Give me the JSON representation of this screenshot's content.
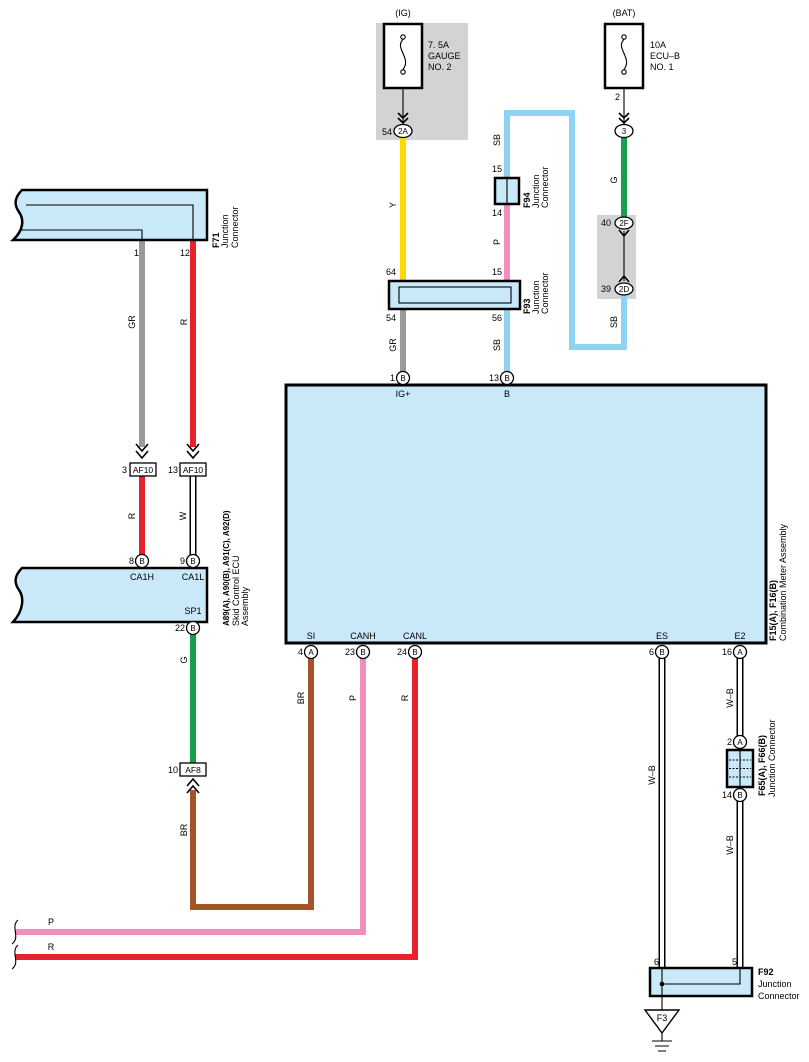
{
  "fuse_ig": {
    "source": "(IG)",
    "rating": "7. 5A",
    "name_line1": "GAUGE",
    "name_line2": "NO. 2",
    "pin": "54",
    "connector": "2A"
  },
  "fuse_bat": {
    "source": "(BAT)",
    "rating": "10A",
    "name_line1": "ECU–B",
    "name_line2": "NO. 1",
    "pin": "2",
    "connector": "3"
  },
  "inline_top": {
    "pin": "40",
    "connector": "2F"
  },
  "inline_bottom": {
    "pin": "39",
    "connector": "2D"
  },
  "f94": {
    "code": "F94",
    "type_line1": "Junction",
    "type_line2": "Connector",
    "pin_top": "15",
    "pin_bottom": "14"
  },
  "f93": {
    "code": "F93",
    "type_line1": "Junction",
    "type_line2": "Connector",
    "pin_top_left": "64",
    "pin_top_right": "15",
    "pin_bottom_left": "54",
    "pin_bottom_right": "56"
  },
  "f71": {
    "code": "F71",
    "type_line1": "Junction",
    "type_line2": "Connector",
    "pin_left": "1",
    "pin_right": "12"
  },
  "af10": {
    "connector": "AF10",
    "pin_left": "3",
    "pin_right": "13"
  },
  "skid_ecu": {
    "codes": "A89(A), A90(B), A91(C), A92(D)",
    "name_line1": "Skid Control ECU",
    "name_line2": "Assembly",
    "terminals": [
      {
        "pin": "8",
        "connector": "B",
        "name": "CA1H"
      },
      {
        "pin": "9",
        "connector": "B",
        "name": "CA1L"
      },
      {
        "pin": "22",
        "connector": "B",
        "name": "SP1"
      }
    ]
  },
  "af8": {
    "connector": "AF8",
    "pin": "10"
  },
  "meter": {
    "codes": "F15(A), F16(B)",
    "name": "Combination Meter Assembly",
    "top_terminals": [
      {
        "pin": "1",
        "connector": "B",
        "name": "IG+"
      },
      {
        "pin": "13",
        "connector": "B",
        "name": "B"
      }
    ],
    "bottom_terminals": [
      {
        "pin": "4",
        "connector": "A",
        "name": "SI"
      },
      {
        "pin": "23",
        "connector": "B",
        "name": "CANH"
      },
      {
        "pin": "24",
        "connector": "B",
        "name": "CANL"
      },
      {
        "pin": "6",
        "connector": "B",
        "name": "ES"
      },
      {
        "pin": "16",
        "connector": "A",
        "name": "E2"
      }
    ]
  },
  "f65_f66": {
    "codes": "F65(A), F66(B)",
    "name": "Junction Connector",
    "pin_top": "2",
    "connector_top": "A",
    "pin_bottom": "14",
    "connector_bottom": "B"
  },
  "f92": {
    "code": "F92",
    "type_line1": "Junction",
    "type_line2": "Connector",
    "pin_left": "6",
    "pin_right": "5"
  },
  "ground": {
    "label": "F3"
  },
  "wire_labels": [
    "Y",
    "GR",
    "SB",
    "P",
    "SB",
    "G",
    "SB",
    "GR",
    "R",
    "R",
    "W",
    "G",
    "BR",
    "BR",
    "P",
    "R",
    "P",
    "R",
    "W–B",
    "W–B",
    "W–B"
  ],
  "wire_colors": {
    "Y": "#ffd800",
    "GR": "#9a9a9a",
    "SB": "#8fd3f2",
    "P": "#f28dbf",
    "G": "#17a04a",
    "R": "#e8222b",
    "BR": "#a5532b"
  }
}
